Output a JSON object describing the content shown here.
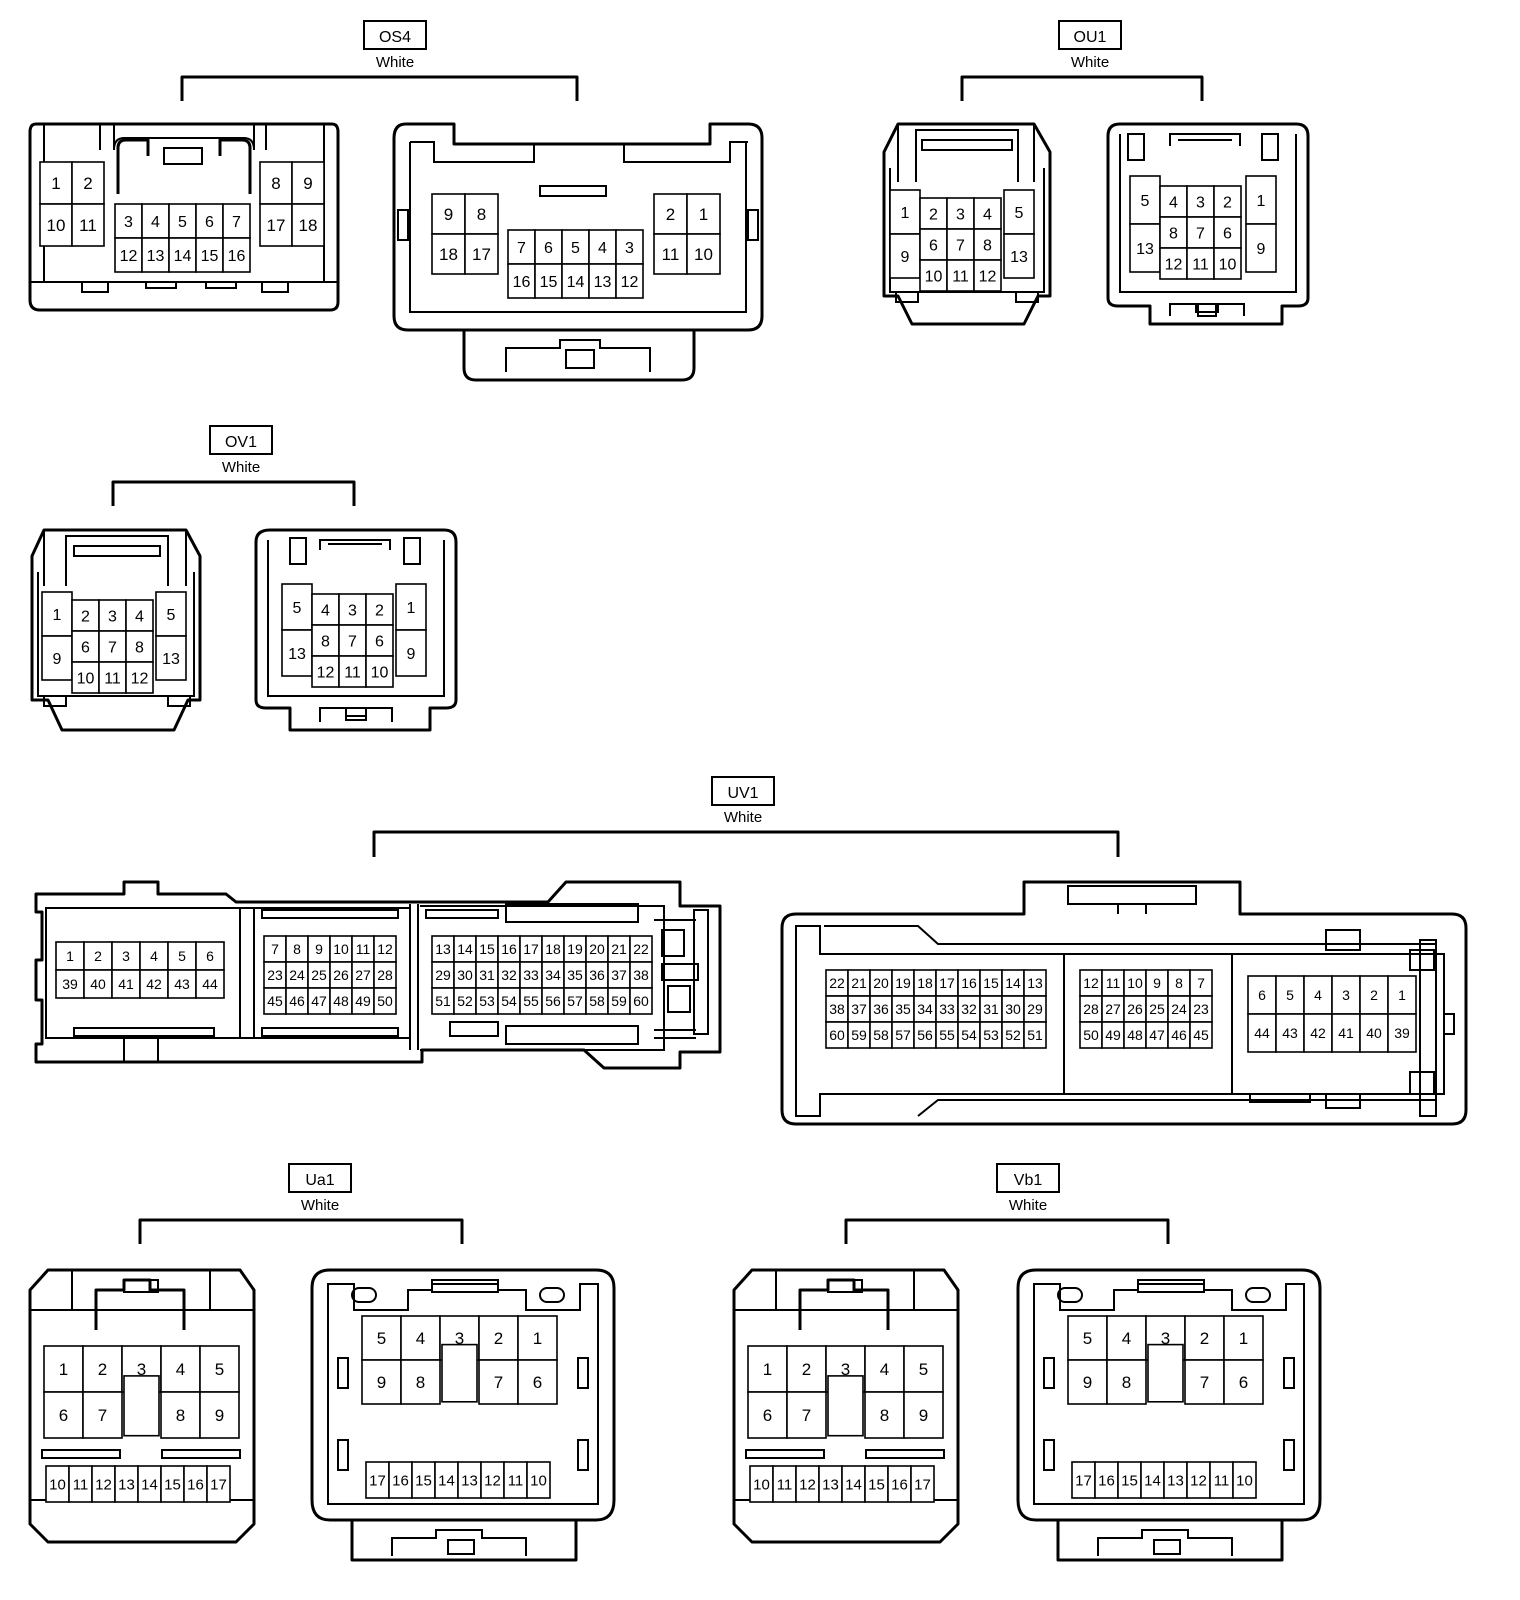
{
  "connectors": {
    "OS4": {
      "code": "OS4",
      "color": "White"
    },
    "OU1": {
      "code": "OU1",
      "color": "White"
    },
    "OV1": {
      "code": "OV1",
      "color": "White"
    },
    "UV1": {
      "code": "UV1",
      "color": "White"
    },
    "Ua1": {
      "code": "Ua1",
      "color": "White"
    },
    "Vb1": {
      "code": "Vb1",
      "color": "White"
    }
  },
  "pin_layouts": {
    "OS4_left": [
      {
        "rows": [
          [
            "1",
            "2"
          ],
          [
            "10",
            "11"
          ]
        ]
      },
      {
        "rows": [
          [
            "3",
            "4",
            "5",
            "6",
            "7"
          ],
          [
            "12",
            "13",
            "14",
            "15",
            "16"
          ]
        ]
      },
      {
        "rows": [
          [
            "8",
            "9"
          ],
          [
            "17",
            "18"
          ]
        ]
      }
    ],
    "OS4_right": [
      {
        "rows": [
          [
            "9",
            "8"
          ],
          [
            "18",
            "17"
          ]
        ]
      },
      {
        "rows": [
          [
            "7",
            "6",
            "5",
            "4",
            "3"
          ],
          [
            "16",
            "15",
            "14",
            "13",
            "12"
          ]
        ]
      },
      {
        "rows": [
          [
            "2",
            "1"
          ],
          [
            "11",
            "10"
          ]
        ]
      }
    ],
    "OU1_left": [
      {
        "rows": [
          [
            "1"
          ],
          [
            "9"
          ]
        ]
      },
      {
        "rows": [
          [
            "2",
            "3",
            "4"
          ],
          [
            "6",
            "7",
            "8"
          ],
          [
            "10",
            "11",
            "12"
          ]
        ]
      },
      {
        "rows": [
          [
            "5"
          ],
          [
            "13"
          ]
        ]
      }
    ],
    "OU1_right": [
      {
        "rows": [
          [
            "5"
          ],
          [
            "13"
          ]
        ]
      },
      {
        "rows": [
          [
            "4",
            "3",
            "2"
          ],
          [
            "8",
            "7",
            "6"
          ],
          [
            "12",
            "11",
            "10"
          ]
        ]
      },
      {
        "rows": [
          [
            "1"
          ],
          [
            "9"
          ]
        ]
      }
    ],
    "OV1_left": [
      {
        "rows": [
          [
            "1"
          ],
          [
            "9"
          ]
        ]
      },
      {
        "rows": [
          [
            "2",
            "3",
            "4"
          ],
          [
            "6",
            "7",
            "8"
          ],
          [
            "10",
            "11",
            "12"
          ]
        ]
      },
      {
        "rows": [
          [
            "5"
          ],
          [
            "13"
          ]
        ]
      }
    ],
    "OV1_right": [
      {
        "rows": [
          [
            "5"
          ],
          [
            "13"
          ]
        ]
      },
      {
        "rows": [
          [
            "4",
            "3",
            "2"
          ],
          [
            "8",
            "7",
            "6"
          ],
          [
            "12",
            "11",
            "10"
          ]
        ]
      },
      {
        "rows": [
          [
            "1"
          ],
          [
            "9"
          ]
        ]
      }
    ],
    "UV1_left": [
      {
        "rows": [
          [
            "1",
            "2",
            "3",
            "4",
            "5",
            "6"
          ],
          [
            "39",
            "40",
            "41",
            "42",
            "43",
            "44"
          ]
        ]
      },
      {
        "rows": [
          [
            "7",
            "8",
            "9",
            "10",
            "11",
            "12"
          ],
          [
            "23",
            "24",
            "25",
            "26",
            "27",
            "28"
          ],
          [
            "45",
            "46",
            "47",
            "48",
            "49",
            "50"
          ]
        ]
      },
      {
        "rows": [
          [
            "13",
            "14",
            "15",
            "16",
            "17",
            "18",
            "19",
            "20",
            "21",
            "22"
          ],
          [
            "29",
            "30",
            "31",
            "32",
            "33",
            "34",
            "35",
            "36",
            "37",
            "38"
          ],
          [
            "51",
            "52",
            "53",
            "54",
            "55",
            "56",
            "57",
            "58",
            "59",
            "60"
          ]
        ]
      }
    ],
    "UV1_right": [
      {
        "rows": [
          [
            "22",
            "21",
            "20",
            "19",
            "18",
            "17",
            "16",
            "15",
            "14",
            "13"
          ],
          [
            "38",
            "37",
            "36",
            "35",
            "34",
            "33",
            "32",
            "31",
            "30",
            "29"
          ],
          [
            "60",
            "59",
            "58",
            "57",
            "56",
            "55",
            "54",
            "53",
            "52",
            "51"
          ]
        ]
      },
      {
        "rows": [
          [
            "12",
            "11",
            "10",
            "9",
            "8",
            "7"
          ],
          [
            "28",
            "27",
            "26",
            "25",
            "24",
            "23"
          ],
          [
            "50",
            "49",
            "48",
            "47",
            "46",
            "45"
          ]
        ]
      },
      {
        "rows": [
          [
            "6",
            "5",
            "4",
            "3",
            "2",
            "1"
          ],
          [
            "44",
            "43",
            "42",
            "41",
            "40",
            "39"
          ]
        ]
      }
    ],
    "Ua1_left": [
      {
        "rows": [
          [
            "1",
            "2",
            "3",
            "4",
            "5"
          ],
          [
            "6",
            "7",
            "",
            "8",
            "9"
          ]
        ]
      },
      {
        "rows": [
          [
            "10",
            "11",
            "12",
            "13",
            "14",
            "15",
            "16",
            "17"
          ]
        ]
      }
    ],
    "Ua1_right": [
      {
        "rows": [
          [
            "5",
            "4",
            "3",
            "2",
            "1"
          ],
          [
            "9",
            "8",
            "",
            "7",
            "6"
          ]
        ]
      },
      {
        "rows": [
          [
            "17",
            "16",
            "15",
            "14",
            "13",
            "12",
            "11",
            "10"
          ]
        ]
      }
    ],
    "Vb1_left": [
      {
        "rows": [
          [
            "1",
            "2",
            "3",
            "4",
            "5"
          ],
          [
            "6",
            "7",
            "",
            "8",
            "9"
          ]
        ]
      },
      {
        "rows": [
          [
            "10",
            "11",
            "12",
            "13",
            "14",
            "15",
            "16",
            "17"
          ]
        ]
      }
    ],
    "Vb1_right": [
      {
        "rows": [
          [
            "5",
            "4",
            "3",
            "2",
            "1"
          ],
          [
            "9",
            "8",
            "",
            "7",
            "6"
          ]
        ]
      },
      {
        "rows": [
          [
            "17",
            "16",
            "15",
            "14",
            "13",
            "12",
            "11",
            "10"
          ]
        ]
      }
    ]
  }
}
